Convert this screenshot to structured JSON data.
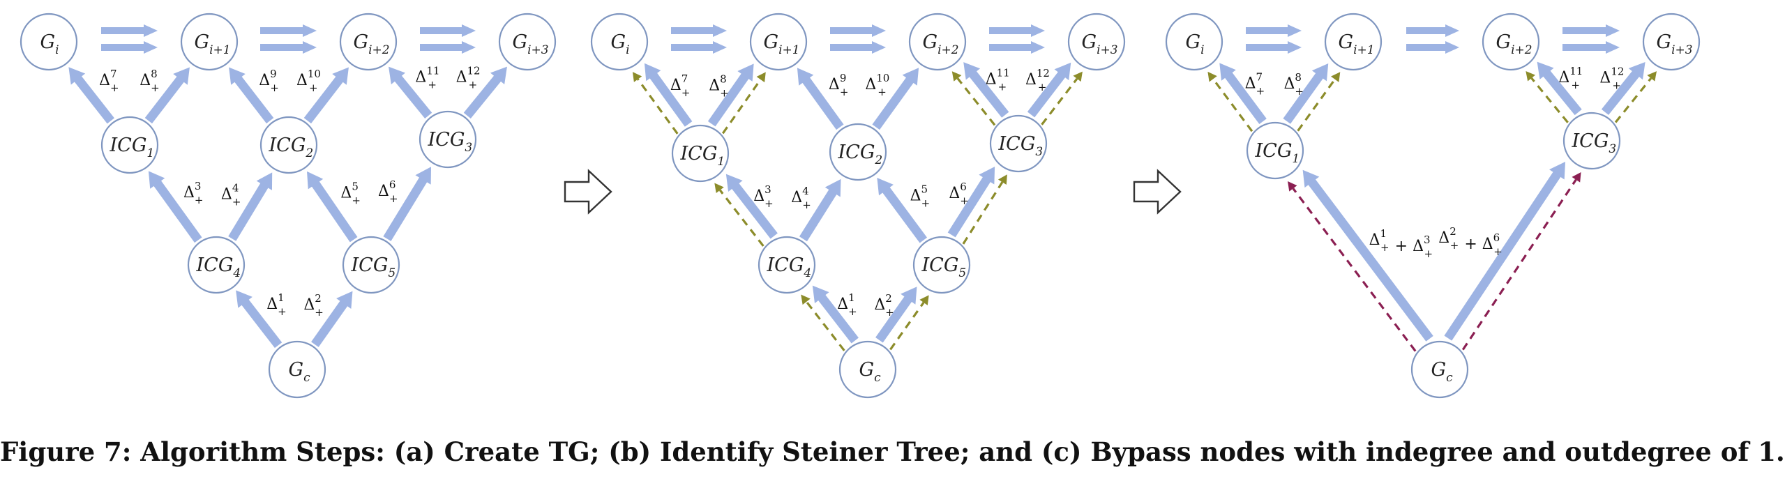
{
  "diagrams": [
    {
      "id": "a",
      "nodes": [
        {
          "key": "Gi",
          "base": "G",
          "sub": "i"
        },
        {
          "key": "Gi1",
          "base": "G",
          "sub": "i+1"
        },
        {
          "key": "Gi2",
          "base": "G",
          "sub": "i+2"
        },
        {
          "key": "Gi3",
          "base": "G",
          "sub": "i+3"
        },
        {
          "key": "ICG1",
          "base": "ICG",
          "sub": "1"
        },
        {
          "key": "ICG2",
          "base": "ICG",
          "sub": "2"
        },
        {
          "key": "ICG3",
          "base": "ICG",
          "sub": "3"
        },
        {
          "key": "ICG4",
          "base": "ICG",
          "sub": "4"
        },
        {
          "key": "ICG5",
          "base": "ICG",
          "sub": "5"
        },
        {
          "key": "Gc",
          "base": "G",
          "sub": "c"
        }
      ],
      "edges": [
        {
          "from": "ICG1",
          "to": "Gi",
          "label": "7",
          "side": "left"
        },
        {
          "from": "ICG1",
          "to": "Gi1",
          "label": "8",
          "side": "right"
        },
        {
          "from": "ICG2",
          "to": "Gi1",
          "label": "9",
          "side": "left"
        },
        {
          "from": "ICG2",
          "to": "Gi2",
          "label": "10",
          "side": "right"
        },
        {
          "from": "ICG3",
          "to": "Gi2",
          "label": "11",
          "side": "left"
        },
        {
          "from": "ICG3",
          "to": "Gi3",
          "label": "12",
          "side": "right"
        },
        {
          "from": "ICG4",
          "to": "ICG1",
          "label": "3",
          "side": "left"
        },
        {
          "from": "ICG4",
          "to": "ICG2",
          "label": "4",
          "side": "right"
        },
        {
          "from": "ICG5",
          "to": "ICG2",
          "label": "5",
          "side": "left"
        },
        {
          "from": "ICG5",
          "to": "ICG3",
          "label": "6",
          "side": "right"
        },
        {
          "from": "Gc",
          "to": "ICG4",
          "label": "1",
          "side": "left"
        },
        {
          "from": "Gc",
          "to": "ICG5",
          "label": "2",
          "side": "right"
        }
      ],
      "steiner": []
    },
    {
      "id": "b",
      "nodes": [
        {
          "key": "Gi",
          "base": "G",
          "sub": "i"
        },
        {
          "key": "Gi1",
          "base": "G",
          "sub": "i+1"
        },
        {
          "key": "Gi2",
          "base": "G",
          "sub": "i+2"
        },
        {
          "key": "Gi3",
          "base": "G",
          "sub": "i+3"
        },
        {
          "key": "ICG1",
          "base": "ICG",
          "sub": "1"
        },
        {
          "key": "ICG2",
          "base": "ICG",
          "sub": "2"
        },
        {
          "key": "ICG3",
          "base": "ICG",
          "sub": "3"
        },
        {
          "key": "ICG4",
          "base": "ICG",
          "sub": "4"
        },
        {
          "key": "ICG5",
          "base": "ICG",
          "sub": "5"
        },
        {
          "key": "Gc",
          "base": "G",
          "sub": "c"
        }
      ],
      "edges": [
        {
          "from": "ICG1",
          "to": "Gi",
          "label": "7",
          "side": "left"
        },
        {
          "from": "ICG1",
          "to": "Gi1",
          "label": "8",
          "side": "right"
        },
        {
          "from": "ICG2",
          "to": "Gi1",
          "label": "9",
          "side": "left"
        },
        {
          "from": "ICG2",
          "to": "Gi2",
          "label": "10",
          "side": "right"
        },
        {
          "from": "ICG3",
          "to": "Gi2",
          "label": "11",
          "side": "left"
        },
        {
          "from": "ICG3",
          "to": "Gi3",
          "label": "12",
          "side": "right"
        },
        {
          "from": "ICG4",
          "to": "ICG1",
          "label": "3",
          "side": "left"
        },
        {
          "from": "ICG4",
          "to": "ICG2",
          "label": "4",
          "side": "right"
        },
        {
          "from": "ICG5",
          "to": "ICG2",
          "label": "5",
          "side": "left"
        },
        {
          "from": "ICG5",
          "to": "ICG3",
          "label": "6",
          "side": "right"
        },
        {
          "from": "Gc",
          "to": "ICG4",
          "label": "1",
          "side": "left"
        },
        {
          "from": "Gc",
          "to": "ICG5",
          "label": "2",
          "side": "right"
        }
      ],
      "steiner": [
        {
          "from": "ICG1",
          "to": "Gi"
        },
        {
          "from": "ICG1",
          "to": "Gi1"
        },
        {
          "from": "ICG3",
          "to": "Gi2"
        },
        {
          "from": "ICG3",
          "to": "Gi3"
        },
        {
          "from": "ICG4",
          "to": "ICG1"
        },
        {
          "from": "ICG5",
          "to": "ICG3"
        },
        {
          "from": "Gc",
          "to": "ICG4"
        },
        {
          "from": "Gc",
          "to": "ICG5"
        }
      ]
    },
    {
      "id": "c",
      "nodes": [
        {
          "key": "Gi",
          "base": "G",
          "sub": "i"
        },
        {
          "key": "Gi1",
          "base": "G",
          "sub": "i+1"
        },
        {
          "key": "Gi2",
          "base": "G",
          "sub": "i+2"
        },
        {
          "key": "Gi3",
          "base": "G",
          "sub": "i+3"
        },
        {
          "key": "ICG1",
          "base": "ICG",
          "sub": "1"
        },
        {
          "key": "ICG3",
          "base": "ICG",
          "sub": "3"
        },
        {
          "key": "Gc",
          "base": "G",
          "sub": "c"
        }
      ],
      "edges": [
        {
          "from": "ICG1",
          "to": "Gi",
          "label": "7",
          "side": "left"
        },
        {
          "from": "ICG1",
          "to": "Gi1",
          "label": "8",
          "side": "right"
        },
        {
          "from": "ICG3",
          "to": "Gi2",
          "label": "11",
          "side": "left"
        },
        {
          "from": "ICG3",
          "to": "Gi3",
          "label": "12",
          "side": "right"
        },
        {
          "from": "Gc",
          "to": "ICG1",
          "label": "1 + 3",
          "side": "left",
          "combo": [
            "1",
            "3"
          ]
        },
        {
          "from": "Gc",
          "to": "ICG3",
          "label": "2 + 6",
          "side": "right",
          "combo": [
            "2",
            "6"
          ]
        }
      ],
      "steiner": [
        {
          "from": "ICG1",
          "to": "Gi"
        },
        {
          "from": "ICG1",
          "to": "Gi1"
        },
        {
          "from": "ICG3",
          "to": "Gi2"
        },
        {
          "from": "ICG3",
          "to": "Gi3"
        }
      ],
      "bypass": [
        {
          "from": "Gc",
          "to": "ICG1"
        },
        {
          "from": "Gc",
          "to": "ICG3"
        }
      ]
    }
  ],
  "delta_symbol": "Δ",
  "delta_sub": "+",
  "caption": "Figure 7: Algorithm Steps: (a) Create TG; (b) Identify Steiner Tree; and (c) Bypass nodes with indegree and outdegree of 1.",
  "colors": {
    "tg_edge": "#9db3e3",
    "steiner_edge": "#8c8c2a",
    "bypass_edge": "#8b1f52",
    "node_stroke": "#7f96c0"
  }
}
